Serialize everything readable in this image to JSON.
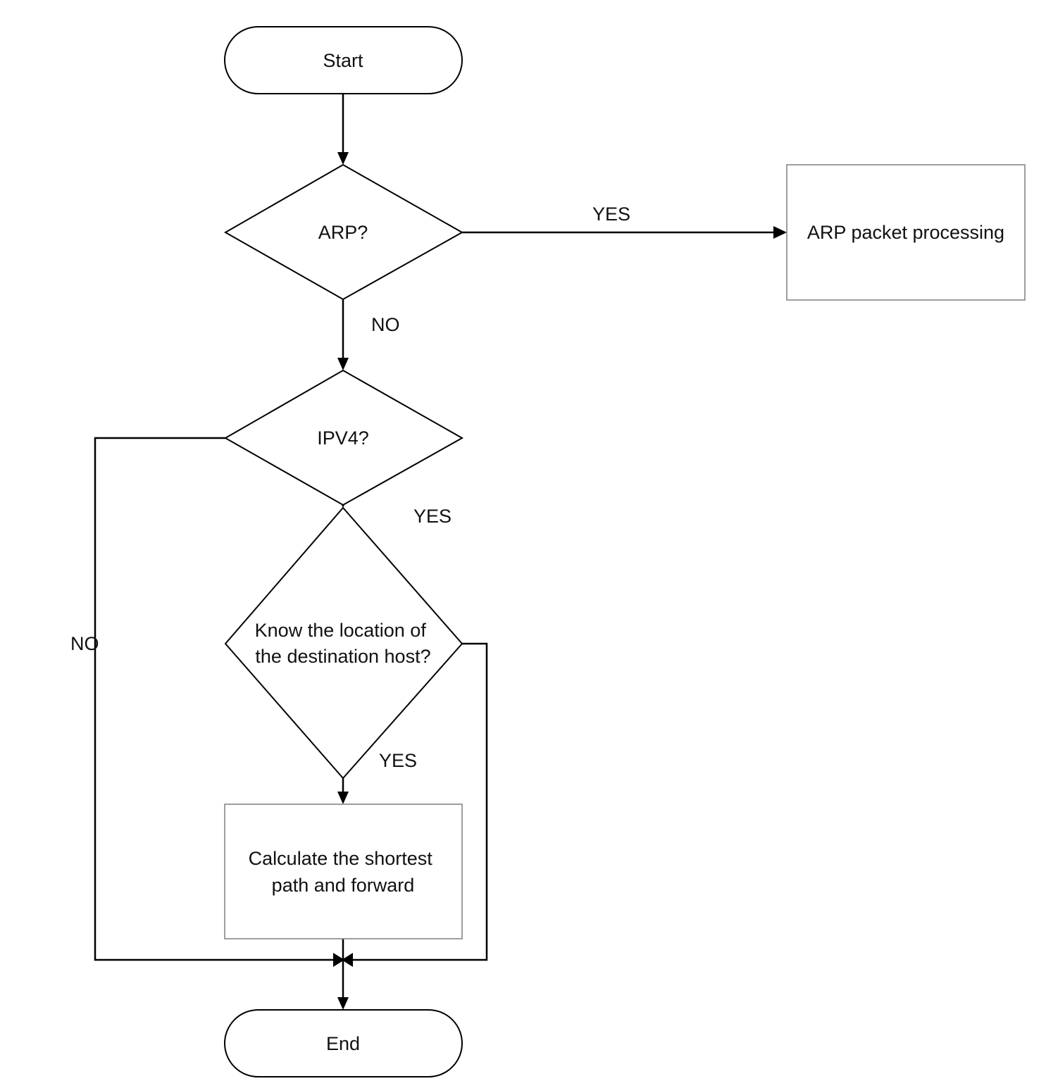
{
  "nodes": {
    "start": "Start",
    "arp": "ARP?",
    "arp_processing": "ARP packet processing",
    "ipv4": "IPV4?",
    "know_location": [
      "Know the location of",
      "the destination host?"
    ],
    "calculate": [
      "Calculate the shortest",
      "path and forward"
    ],
    "end": "End"
  },
  "edge_labels": {
    "arp_yes": "YES",
    "arp_no": "NO",
    "ipv4_yes": "YES",
    "ipv4_no": "NO",
    "know_yes": "YES"
  },
  "colors": {
    "stroke": "#000000",
    "process_border": "#7f7f7f",
    "text": "#111111",
    "background": "#ffffff"
  }
}
